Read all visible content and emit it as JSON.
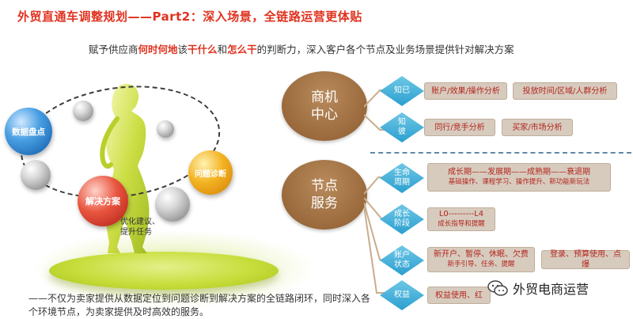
{
  "header": {
    "title": "外贸直通车调整规划——Part2：深入场景，全链路运营更体贴",
    "subtitle": {
      "p1": "赋予供应商",
      "h1": "何时何地",
      "p2": "该",
      "h2": "干什么",
      "p3": "和",
      "h3": "怎么干",
      "p4": "的判断力，深入客户各个节点及业务场景提供针对解决方案"
    }
  },
  "cycle": {
    "data_check": "数据盘点",
    "diagnosis": "问题诊断",
    "solution": "解决方案",
    "optimize": "优化建议、\n提升任务"
  },
  "categories": {
    "business": "商机\n中心",
    "node": "节点\n服务"
  },
  "rows": {
    "known": {
      "label": "知已",
      "items": [
        "账户/效果/操作分析",
        "投放时间/区域/人群分析"
      ]
    },
    "peer": {
      "label": "知\n彼",
      "items": [
        "同行/竞手分析",
        "买家/市场分析"
      ]
    },
    "lifecycle": {
      "label": "生命\n周期",
      "main": "成长期——发展期——成熟期——衰退期",
      "sub": "基础操作、课程学习、操作提升、新功能新玩法"
    },
    "growth": {
      "label": "成长\n阶段",
      "main": "L0---------L4",
      "sub": "成长指导和提醒"
    },
    "account": {
      "label": "账户\n状态",
      "main": "新开户、暂停、休眠、欠费",
      "sub": "新手引导、任务、提醒",
      "extra": "登录、预算使用、点爆"
    },
    "rights": {
      "label": "权益",
      "main": "权益使用、红"
    }
  },
  "footnote": "——不仅为卖家提供从数据定位到问题诊断到解决方案的全链路闭环，同时深入各个环境节点，为卖家提供及时高效的服务。",
  "watermark": "外贸电商运营"
}
